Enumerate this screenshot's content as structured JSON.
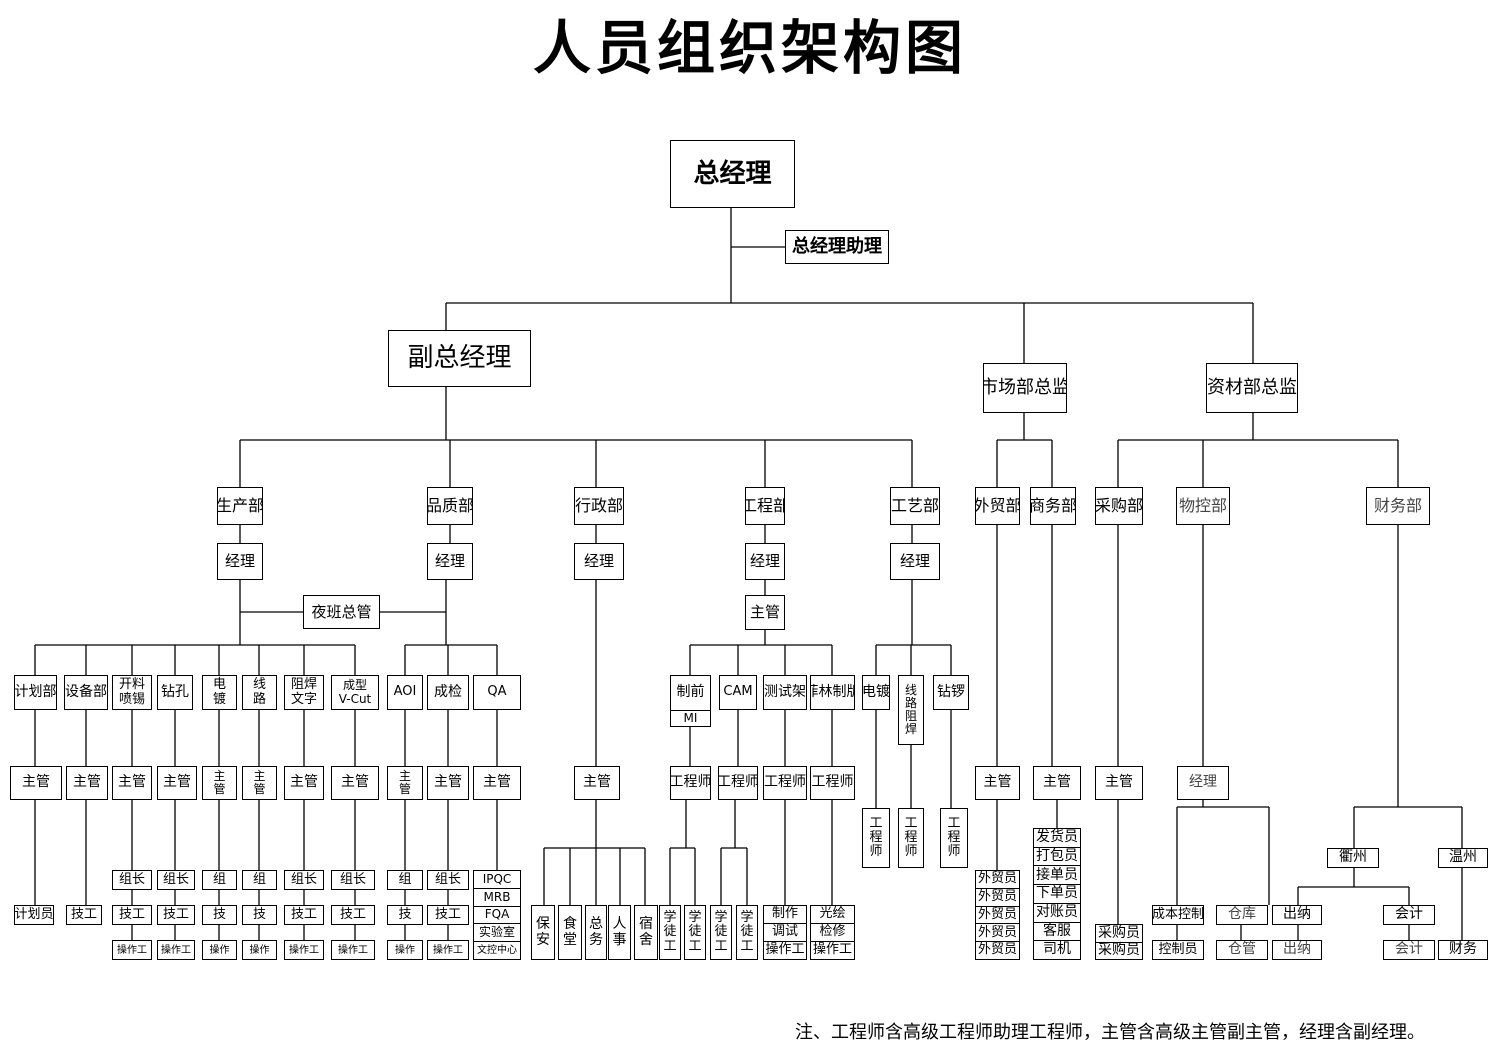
{
  "title": "人员组织架构图",
  "footnote": "注、工程师含高级工程师助理工程师，主管含高级主管副主管，经理含副经理。",
  "top": {
    "gm": "总经理",
    "gm_assistant": "总经理助理",
    "vgm": "副总经理",
    "marketing_director": "市场部总监",
    "materials_director": "资材部总监"
  },
  "departments": {
    "production": "生产部",
    "quality": "品质部",
    "admin": "行政部",
    "engineering": "工程部",
    "process": "工艺部",
    "foreign_trade": "外贸部",
    "business": "商务部",
    "purchasing": "采购部",
    "material_control": "物控部",
    "finance": "财务部"
  },
  "managers": {
    "manager": "经理",
    "supervisor": "主管",
    "night_supervisor": "夜班总管"
  },
  "production_sections": [
    "计划部",
    "设备部",
    "开料\n喷锡",
    "钻孔",
    "电\n镀",
    "线\n路",
    "阻焊\n文字",
    "成型\nV-Cut"
  ],
  "quality_sections": [
    "AOI",
    "成检",
    "QA"
  ],
  "engineering_sections": {
    "prepress_top": "制前",
    "prepress_bottom": "MI",
    "cam": "CAM",
    "test_rack": "测试架",
    "film": "菲林制版"
  },
  "process_sections": {
    "plating": "电镀",
    "circuit_solder": "线\n路\n阻\n焊",
    "drill": "钻锣"
  },
  "leaves": {
    "planner": "计划员",
    "technician": "技工",
    "team_leader": "组长",
    "team_short": "组",
    "tech_short": "技",
    "operator": "操作工",
    "operator_short": "操作",
    "engineer": "工程师",
    "engineer_v": "工\n程\n师",
    "apprentice_v": "学\n徒\n工",
    "supervisor_v": "主\n管"
  },
  "qa_list": [
    "IPQC",
    "MRB",
    "FQA",
    "实验室",
    "文控中心"
  ],
  "admin_list": [
    "保\n安",
    "食\n堂",
    "总\n务",
    "人\n事",
    "宿\n舍"
  ],
  "test_rack_list": [
    "制作",
    "调试",
    "操作工"
  ],
  "film_list": [
    "光绘",
    "检修",
    "操作工"
  ],
  "foreign_trade_list": [
    "外贸员",
    "外贸员",
    "外贸员",
    "外贸员",
    "外贸员"
  ],
  "business_list": [
    "发货员",
    "打包员",
    "接单员",
    "下单员",
    "对账员",
    "客服",
    "司机"
  ],
  "purchasing_list": [
    "采购员",
    "采购员"
  ],
  "material_control_children": {
    "cost_control": "成本控制",
    "controller": "控制员",
    "warehouse": "仓库",
    "warehouse_keeper": "仓管",
    "cashier": "出纳"
  },
  "finance_children": {
    "quzhou": "衢州",
    "wenzhou": "温州",
    "accounting": "会计",
    "finance": "财务"
  }
}
